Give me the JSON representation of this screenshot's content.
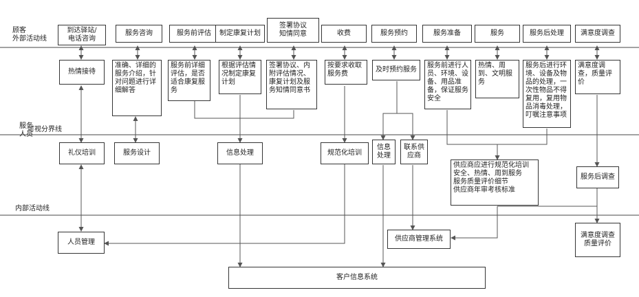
{
  "lanes": {
    "customer_line": "顾客\n外部活动线",
    "staff": "服务\n人员",
    "visibility_line": "可视分界线",
    "internal_line": "内部活动线"
  },
  "customer_steps": [
    "到达驿站/\n电话咨询",
    "服务咨询",
    "服务前评估",
    "制定康复计划",
    "签署协议\n知情同意",
    "收费",
    "服务预约",
    "服务准备",
    "服务",
    "服务后处理",
    "满意度调查"
  ],
  "frontstage": [
    "热情接待",
    "准确、详细的服务介绍，针对问题进行详细解答",
    "服务前详细评估，是否适合康复服务",
    "根据评估情况制定康复计划",
    "签署协议、内附评估情况、康复计划及服务知情同意书",
    "按要求收取服务费",
    "及时预约服务",
    "服务前进行人员、环境、设备、用品准备，保证服务安全",
    "热情、周到、文明服务",
    "服务后进行环境、设备及物品的处理，一次性物品不得复用，复用物品消毒处理，叮嘱注意事项",
    "满意度调查，质量评价"
  ],
  "backstage": {
    "etiquette": "礼仪培训",
    "design": "服务设计",
    "info1": "信息处理",
    "standard": "规范化培训",
    "info2": "信息\n处理",
    "contact": "联系供\n应商",
    "supplier_note": "供应商应进行规范化培训\n安全、热情、周到服务\n服务质量评价细节\n供应商年审考核标准",
    "followup": "服务后调查"
  },
  "support": {
    "hr": "人员管理",
    "supplier_sys": "供应商管理系统",
    "satisfaction": "满意度调查\n质量评价",
    "crm": "客户信息系统"
  }
}
